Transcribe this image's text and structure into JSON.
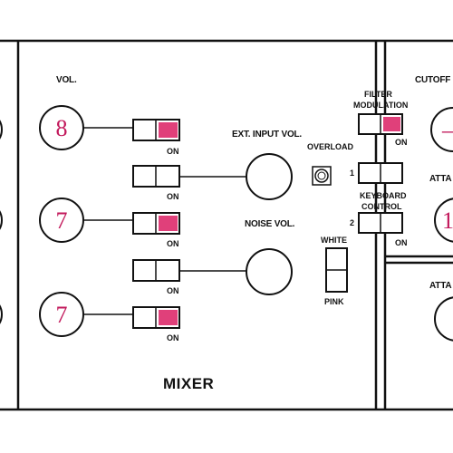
{
  "mixer": {
    "title": "MIXER",
    "vol_label": "VOL.",
    "ext_input_label": "EXT. INPUT VOL.",
    "noise_label": "NOISE VOL.",
    "on_label": "ON",
    "knob_values": [
      "8",
      "7",
      "7"
    ]
  },
  "filter": {
    "cutoff_label": "CUTOFF",
    "modulation_label_1": "FILTER",
    "modulation_label_2": "MODULATION",
    "on_label": "ON",
    "overload_label": "OVERLOAD",
    "keyboard_label_1": "KEYBOARD",
    "keyboard_label_2": "CONTROL",
    "kb_switch_1": "1",
    "kb_switch_2": "2",
    "attack_label_partial": "ATTA",
    "attack_label_partial_2": "ATTA",
    "cutoff_knob_partial": "–",
    "attack_knob_partial": "1"
  },
  "noise": {
    "white_label": "WHITE",
    "pink_label": "PINK"
  },
  "colors": {
    "accent": "#e0407a",
    "knob_number": "#c2185b",
    "line": "#111111",
    "background": "#ffffff"
  }
}
